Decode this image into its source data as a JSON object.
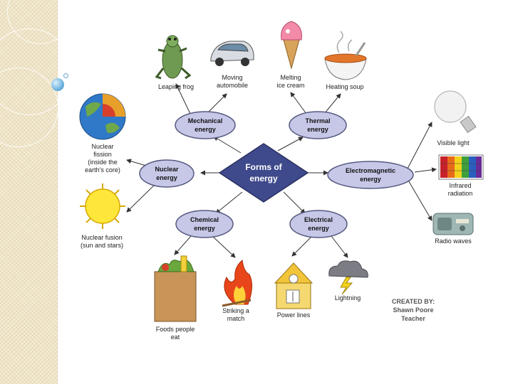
{
  "center": {
    "line1": "Forms of",
    "line2": "energy"
  },
  "nodes": {
    "mechanical": {
      "line1": "Mechanical",
      "line2": "energy"
    },
    "thermal": {
      "line1": "Thermal",
      "line2": "energy"
    },
    "nuclear": {
      "line1": "Nuclear",
      "line2": "energy"
    },
    "electromagnetic": {
      "line1": "Electromagnetic",
      "line2": "energy"
    },
    "chemical": {
      "line1": "Chemical",
      "line2": "energy"
    },
    "electrical": {
      "line1": "Electrical",
      "line2": "energy"
    }
  },
  "examples": {
    "frog": {
      "line1": "Leaping frog"
    },
    "car": {
      "line1": "Moving",
      "line2": "automobile"
    },
    "icecream": {
      "line1": "Melting",
      "line2": "ice cream"
    },
    "soup": {
      "line1": "Heating soup"
    },
    "fission": {
      "line1": "Nuclear",
      "line2": "fission",
      "line3": "(inside the",
      "line4": "earth's core)"
    },
    "fusion": {
      "line1": "Nuclear fusion",
      "line2": "(sun and stars)"
    },
    "light": {
      "line1": "Visible light"
    },
    "infrared": {
      "line1": "Infrared",
      "line2": "radiation"
    },
    "radio": {
      "line1": "Radio waves"
    },
    "food": {
      "line1": "Foods people",
      "line2": "eat"
    },
    "match": {
      "line1": "Striking a",
      "line2": "match"
    },
    "powerlines": {
      "line1": "Power lines"
    },
    "lightning": {
      "line1": "Lightning"
    }
  },
  "credit": {
    "line1": "CREATED BY:",
    "line2": "Shawn Poore",
    "line3": "Teacher"
  },
  "colors": {
    "center_fill": "#3f4a8c",
    "node_fill": "#c7c8e8",
    "node_stroke": "#555a80",
    "sidebar": "#f3ead2",
    "accent_dot": "#5fa8d8"
  }
}
